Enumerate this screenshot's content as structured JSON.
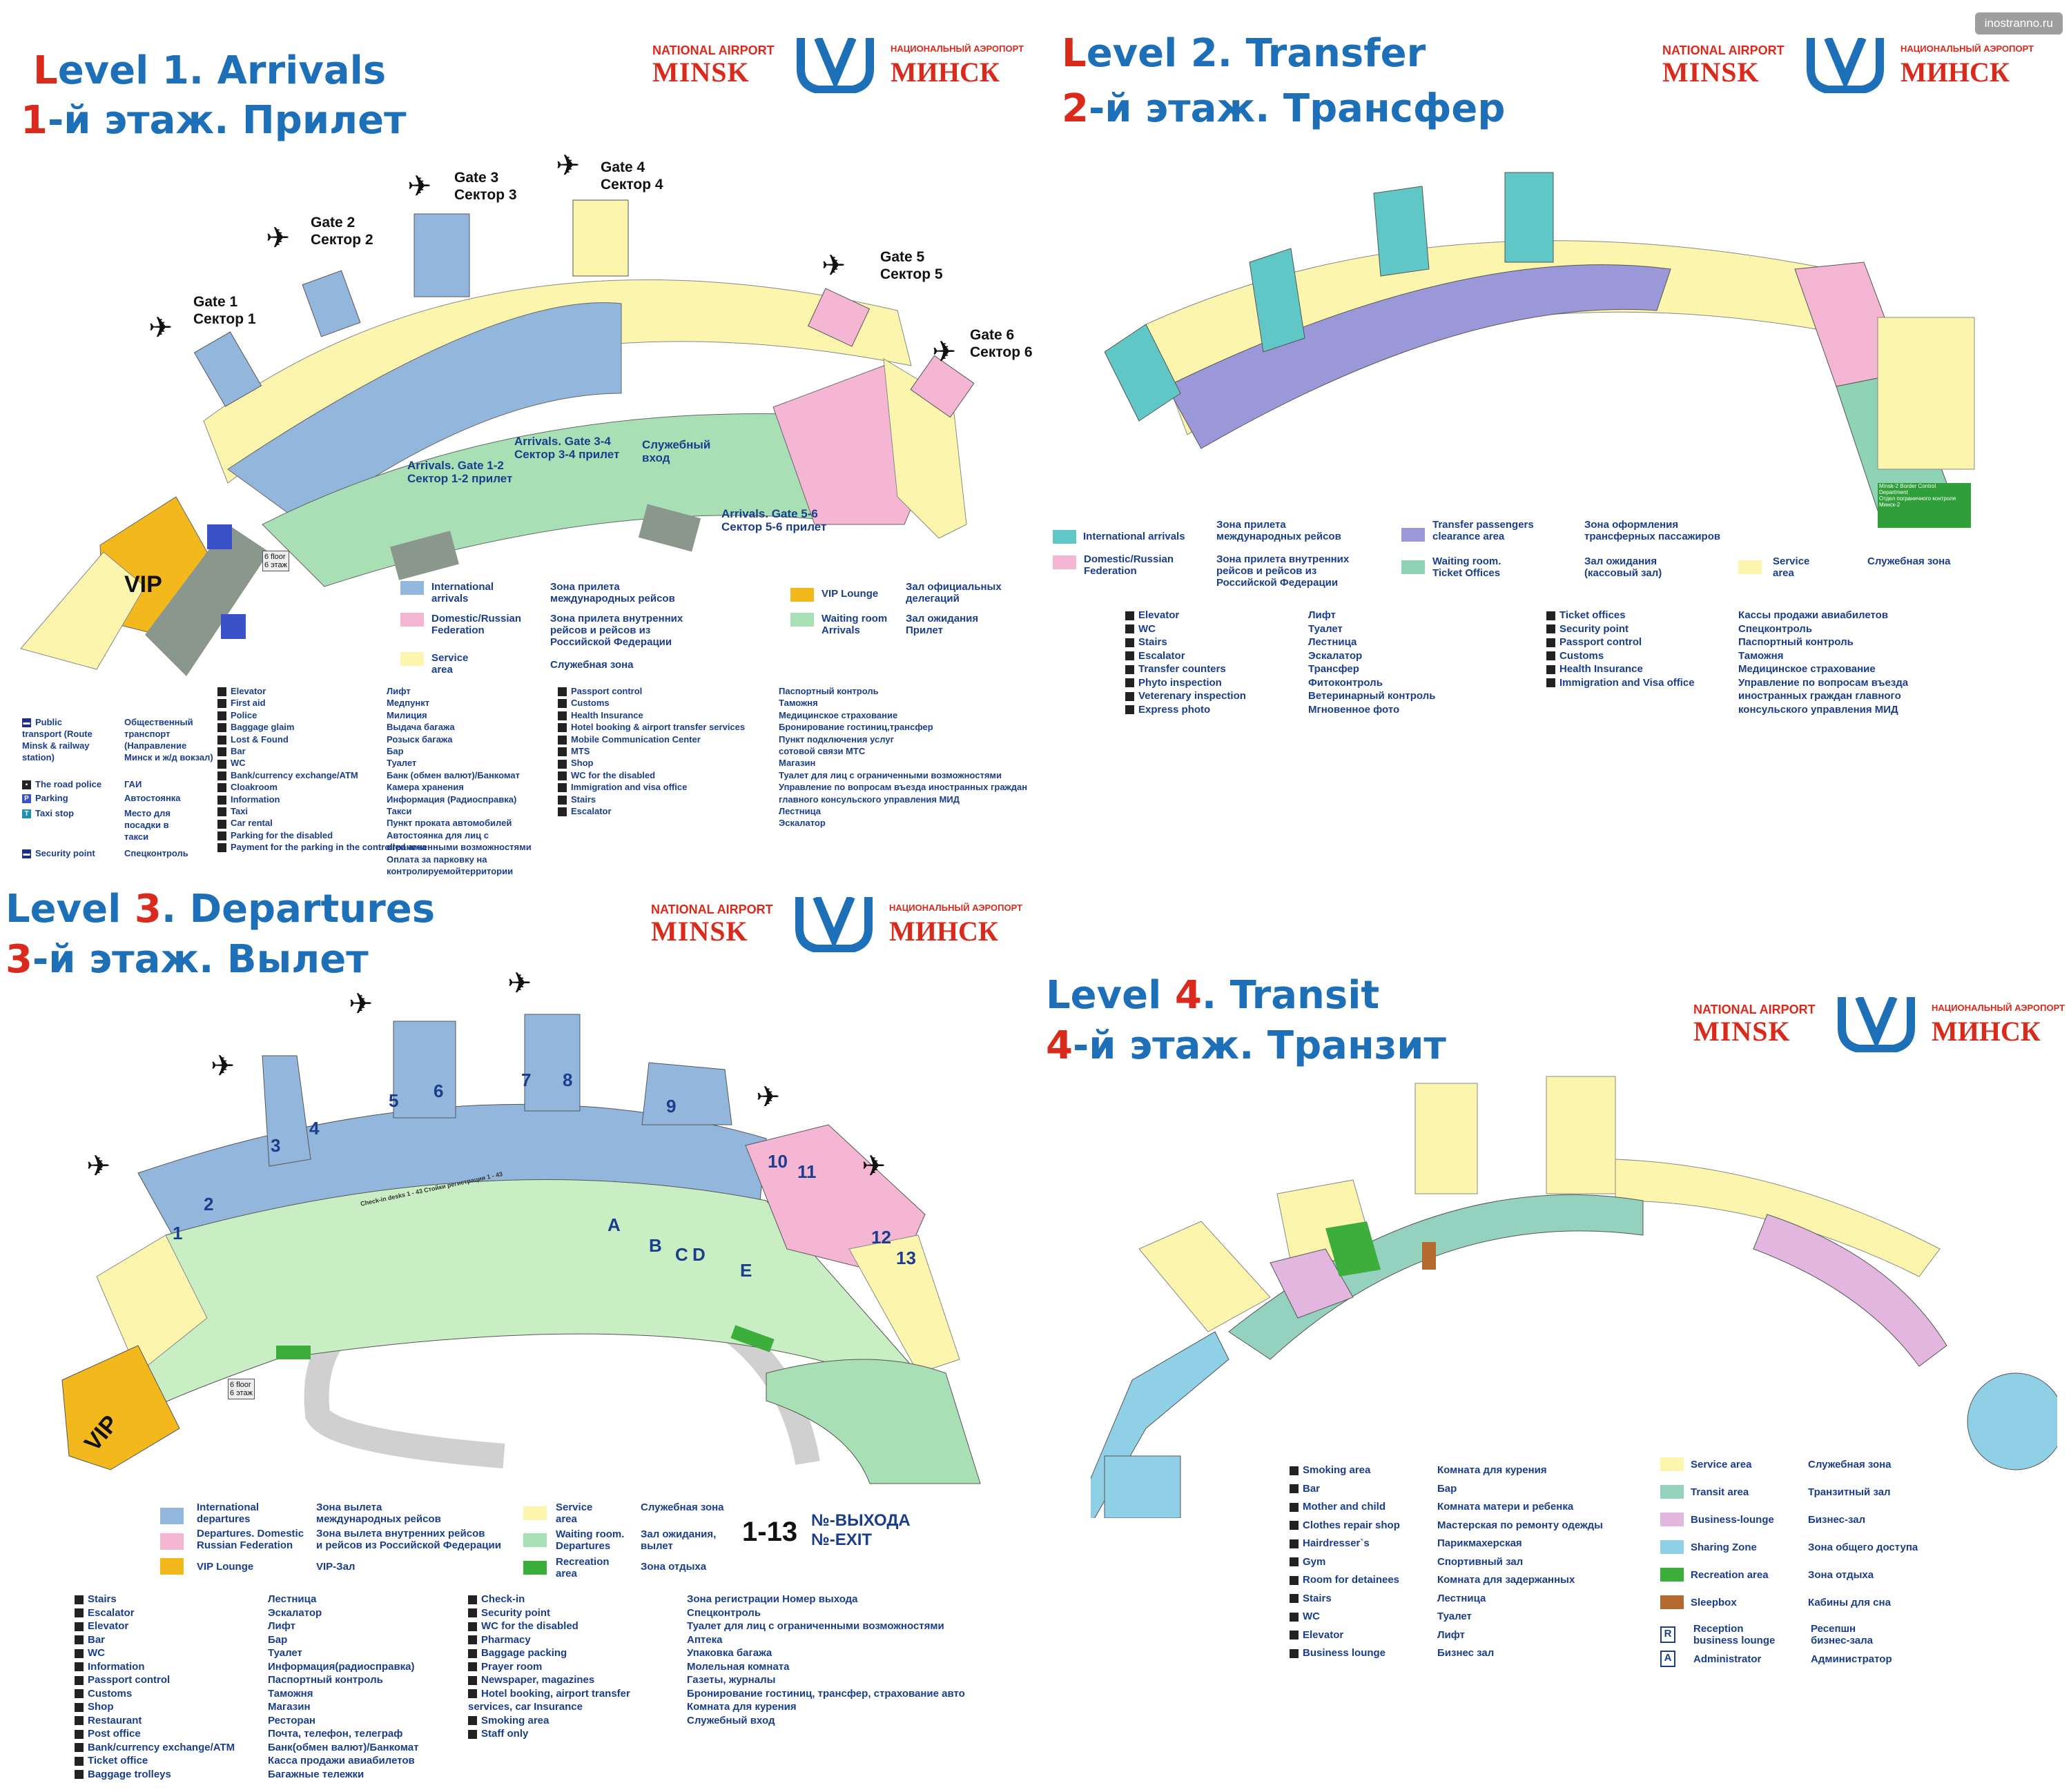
{
  "watermark": "inostranno.ru",
  "logo": {
    "en_small": "NATIONAL AIRPORT",
    "en_big": "MINSK",
    "ru_small": "НАЦИОНАЛЬНЫЙ АЭРОПОРТ",
    "ru_big": "МИНСК"
  },
  "colors": {
    "international": "#93b6dd",
    "domestic": "#f4b6d3",
    "service": "#fbf5ad",
    "vip": "#f3b81c",
    "waiting": "#a8dfb4",
    "transfer_purple": "#9b98d9",
    "waiting_teal": "#8fd3b6",
    "intl_teal": "#5fc8c6",
    "recreation": "#3bae3b",
    "transit_teal": "#95d1bf",
    "business": "#e2b6de",
    "sharing": "#8fd0e6",
    "sleepbox": "#b46a2e",
    "accent_red": "#d92a1c",
    "accent_blue": "#1d6fb8"
  },
  "level1": {
    "title_en_num": "L",
    "title_en_rest": "evel 1. Arrivals",
    "title_ru_num": "1",
    "title_ru_rest": "-й этаж. Прилет",
    "gates": [
      {
        "en": "Gate 1",
        "ru": "Сектор 1"
      },
      {
        "en": "Gate 2",
        "ru": "Сектор 2"
      },
      {
        "en": "Gate 3",
        "ru": "Сектор 3"
      },
      {
        "en": "Gate 4",
        "ru": "Сектор 4"
      },
      {
        "en": "Gate 5",
        "ru": "Сектор 5"
      },
      {
        "en": "Gate 6",
        "ru": "Сектор 6"
      }
    ],
    "arrivals_12": {
      "en": "Arrivals. Gate 1-2",
      "ru": "Сектор 1-2 прилет"
    },
    "arrivals_34": {
      "en": "Arrivals. Gate 3-4",
      "ru": "Сектор 3-4 прилет"
    },
    "arrivals_56": {
      "en": "Arrivals. Gate 5-6",
      "ru": "Сектор 5-6 прилет"
    },
    "service_entry": [
      "Служебный",
      "вход"
    ],
    "vip": "VIP",
    "floor_box": [
      "6 floor",
      "6 этаж"
    ],
    "legend_zones": [
      {
        "en": [
          "International",
          "arrivals"
        ],
        "ru": [
          "Зона прилета",
          "международных рейсов"
        ],
        "color": "#93b6dd"
      },
      {
        "en": [
          "Domestic/Russian",
          "Federation"
        ],
        "ru": [
          "Зона прилета внутренних",
          "рейсов и рейсов из",
          "Российской Федерации"
        ],
        "color": "#f4b6d3"
      },
      {
        "en": [
          "Service",
          "area"
        ],
        "ru": [
          "Служебная зона"
        ],
        "color": "#fbf5ad"
      }
    ],
    "legend_zones2": [
      {
        "en": [
          "VIP Lounge"
        ],
        "ru": [
          "Зал официальных",
          "делегаций"
        ],
        "color": "#f3b81c"
      },
      {
        "en": [
          "Waiting room",
          "Arrivals"
        ],
        "ru": [
          "Зал ожидания",
          "Прилет"
        ],
        "color": "#a8dfb4"
      }
    ],
    "legend_left": [
      {
        "en": "Public transport (Route Minsk & railway station)",
        "ru": "Общественный транспорт (Направление Минск и ж/д вокзал)"
      },
      {
        "en": "The road police",
        "ru": "ГАИ"
      },
      {
        "en": "Parking",
        "ru": "Автостоянка"
      },
      {
        "en": "Taxi stop",
        "ru": "Место для посадки в такси"
      },
      {
        "en": "Security point",
        "ru": "Спецконтроль"
      }
    ],
    "legend_mid_en": [
      "Elevator",
      "First aid",
      "Police",
      "Baggage glaim",
      "Lost & Found",
      "Bar",
      "WC",
      "Bank/currency exchange/ATM",
      "Cloakroom",
      "Information",
      "Taxi",
      "Car rental",
      "Parking for the disabled",
      "Payment for the parking in the controlled area"
    ],
    "legend_mid_ru": [
      "Лифт",
      "Медпункт",
      "Милиция",
      "Выдача багажа",
      "Розыск багажа",
      "Бар",
      "Туалет",
      "Банк (обмен валют)/Банкомат",
      "Камера хранения",
      "Информация (Радиосправка)",
      "Такси",
      "Пункт проката автомобилей",
      "Автостоянка для лиц с ограниченными возможностями",
      "Оплата за парковку на контролируемойтерритории"
    ],
    "legend_right_en": [
      "Passport control",
      "Customs",
      "Health Insurance",
      "Hotel booking & airport transfer services",
      "Mobile Communication Center",
      "MTS",
      "Shop",
      "WC for the disabled",
      "Immigration and visa office",
      "Stairs",
      "Escalator"
    ],
    "legend_right_ru": [
      "Паспортный контроль",
      "Таможня",
      "Медицинское страхование",
      "Бронирование гостиниц,трансфер",
      "Пункт подключения услуг",
      "сотовой связи МТС",
      "Магазин",
      "Туалет для лиц с ограниченными возможностями",
      "Управление по вопросам въезда иностранных граждан главного консульского управления МИД",
      "Лестница",
      "Эскалатор"
    ]
  },
  "level2": {
    "title_en_num": "L",
    "title_en_rest": "evel 2. Transfer",
    "title_ru_num": "2",
    "title_ru_rest": "-й этаж. Трансфер",
    "border_box": [
      "Minsk-2 Border Control Department",
      "Отдел пограничного контроля Минск-2"
    ],
    "legend_zones": [
      {
        "en": [
          "International arrivals"
        ],
        "ru": [
          "Зона прилета",
          "международных рейсов"
        ],
        "color": "#5fc8c6"
      },
      {
        "en": [
          "Domestic/Russian",
          "Federation"
        ],
        "ru": [
          "Зона прилета внутренних",
          "рейсов и рейсов из",
          "Российской Федерации"
        ],
        "color": "#f4b6d3"
      },
      {
        "en": [
          "Transfer passengers",
          "clearance area"
        ],
        "ru": [
          "Зона оформления",
          "трансферных пассажиров"
        ],
        "color": "#9b98d9"
      },
      {
        "en": [
          "Waiting room.",
          "Ticket Offices"
        ],
        "ru": [
          "Зал ожидания",
          "(кассовый зал)"
        ],
        "color": "#8fd3b6"
      },
      {
        "en": [
          "Service",
          "area"
        ],
        "ru": [
          "Служебная зона"
        ],
        "color": "#fbf5ad"
      }
    ],
    "legend_a_en": [
      "Elevator",
      "WC",
      "Stairs",
      "Escalator",
      "Transfer counters",
      "Phyto inspection",
      "Veterenary inspection",
      "Express photo"
    ],
    "legend_a_ru": [
      "Лифт",
      "Туалет",
      "Лестница",
      "Эскалатор",
      "Трансфер",
      "Фитоконтроль",
      "Ветеринарный контроль",
      "Мгновенное фото"
    ],
    "legend_b_en": [
      "Ticket offices",
      "Security point",
      "Passport control",
      "Customs",
      "Health Insurance",
      "Immigration and Visa office"
    ],
    "legend_b_ru": [
      "Кассы продажи авиабилетов",
      "Спецконтроль",
      "Паспортный контроль",
      "Таможня",
      "Медицинское страхование",
      "Управление по вопросам въезда иностранных граждан главного консульского управления МИД"
    ]
  },
  "level3": {
    "title_en_a": "Level ",
    "title_en_num": "3",
    "title_en_rest": ". Departures",
    "title_ru_num": "3",
    "title_ru_rest": "-й этаж. Вылет",
    "gate_numbers": [
      "1",
      "2",
      "3",
      "4",
      "5",
      "6",
      "7",
      "8",
      "9",
      "10",
      "11",
      "12",
      "13"
    ],
    "checkin_letters": [
      "A",
      "B",
      "C",
      "D",
      "E"
    ],
    "checkin_text": "Check-in desks 1 - 43   Стойки регистрации 1 - 43",
    "vip": "VIP",
    "floor_box": [
      "6 floor",
      "6 этаж"
    ],
    "exits_range": "1-13",
    "exits_label": [
      "№-ВЫХОДА",
      "№-EXIT"
    ],
    "legend_zones": [
      {
        "en": [
          "International",
          "departures"
        ],
        "ru": [
          "Зона вылета",
          "международных рейсов"
        ],
        "color": "#93b6dd"
      },
      {
        "en": [
          "Departures. Domestic",
          "Russian Federation"
        ],
        "ru": [
          "Зона вылета внутренних рейсов",
          "и рейсов из Российской Федерации"
        ],
        "color": "#f4b6d3"
      },
      {
        "en": [
          "VIP Lounge"
        ],
        "ru": [
          "VIP-Зал"
        ],
        "color": "#f3b81c"
      }
    ],
    "legend_zones2": [
      {
        "en": [
          "Service",
          "area"
        ],
        "ru": [
          "Служебная зона"
        ],
        "color": "#fbf5ad"
      },
      {
        "en": [
          "Waiting room.",
          "Departures"
        ],
        "ru": [
          "Зал ожидания,",
          "вылет"
        ],
        "color": "#a8dfb4"
      },
      {
        "en": [
          "Recreation",
          "area"
        ],
        "ru": [
          "Зона отдыха"
        ],
        "color": "#3bae3b"
      }
    ],
    "legend_a_en": [
      "Stairs",
      "Escalator",
      "Elevator",
      "Bar",
      "WC",
      "Information",
      "Passport control",
      "Customs",
      "Shop",
      "Restaurant",
      "Post office",
      "Bank/currency exchange/ATM",
      "Ticket office",
      "Baggage trolleys"
    ],
    "legend_a_ru": [
      "Лестница",
      "Эскалатор",
      "Лифт",
      "Бар",
      "Туалет",
      "Информация(радиосправка)",
      "Паспортный контроль",
      "Таможня",
      "Магазин",
      "Ресторан",
      "Почта, телефон, телеграф",
      "Банк(обмен валют)/Банкомат",
      "Касса продажи авиабилетов",
      "Багажные тележки"
    ],
    "legend_b_en": [
      "Check-in",
      "Security point",
      "WC for the disabled",
      "Pharmacy",
      "Baggage packing",
      "Prayer room",
      "Newspaper, magazines",
      "Hotel booking, airport transfer services, car Insurance",
      "Smoking area",
      "Staff only"
    ],
    "legend_b_ru": [
      "Зона регистрации Номер выхода",
      "Спецконтроль",
      "Туалет для лиц с ограниченными возможностями",
      "Аптека",
      "Упаковка багажа",
      "Молельная комната",
      "Газеты, журналы",
      "Бронирование гостиниц, трансфер, страхование авто",
      "Комната для курения",
      "Служебный вход"
    ]
  },
  "level4": {
    "title_en_a": "Level ",
    "title_en_num": "4",
    "title_en_rest": ". Transit",
    "title_ru_num": "4",
    "title_ru_rest": "-й этаж. Транзит",
    "legend_a_en": [
      "Smoking area",
      "Bar",
      "Mother and child",
      "Clothes repair shop",
      "Hairdresser`s",
      "Gym",
      "Room for detainees",
      "Stairs",
      "WC",
      "Elevator",
      "Business lounge"
    ],
    "legend_a_ru": [
      "Комната для курения",
      "Бар",
      "Комната матери и ребенка",
      "Мастерская по ремонту одежды",
      "Парикмахерская",
      "Спортивный зал",
      "Комната для задержанных",
      "Лестница",
      "Туалет",
      "Лифт",
      "Бизнес зал"
    ],
    "legend_zones": [
      {
        "en": [
          "Service area"
        ],
        "ru": [
          "Служебная зона"
        ],
        "color": "#fbf5ad"
      },
      {
        "en": [
          "Transit area"
        ],
        "ru": [
          "Транзитный зал"
        ],
        "color": "#95d1bf"
      },
      {
        "en": [
          "Business-lounge"
        ],
        "ru": [
          "Бизнес-зал"
        ],
        "color": "#e2b6de"
      },
      {
        "en": [
          "Sharing Zone"
        ],
        "ru": [
          "Зона общего доступа"
        ],
        "color": "#8fd0e6"
      },
      {
        "en": [
          "Recreation area"
        ],
        "ru": [
          "Зона отдыха"
        ],
        "color": "#3bae3b"
      },
      {
        "en": [
          "Sleepbox"
        ],
        "ru": [
          "Кабины для сна"
        ],
        "color": "#b46a2e"
      },
      {
        "en": [
          "Reception",
          "business lounge"
        ],
        "ru": [
          "Ресепшн",
          "бизнес-зала"
        ],
        "color": "R"
      },
      {
        "en": [
          "Administrator"
        ],
        "ru": [
          "Администратор"
        ],
        "color": "A"
      }
    ]
  }
}
